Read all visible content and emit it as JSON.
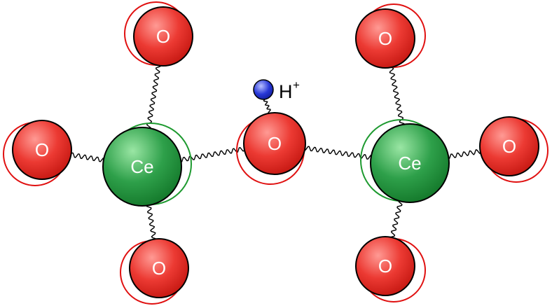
{
  "labels": {
    "cerium": "Ce",
    "oxygen": "O",
    "proton": "H",
    "proton_charge": "+"
  },
  "colors": {
    "oxygen_fill": "#e8302a",
    "oxygen_highlight": "#ff8a84",
    "oxygen_shadow_ring": "#e01010",
    "cerium_fill": "#1f8f3a",
    "cerium_highlight": "#8fe09a",
    "cerium_shadow_ring": "#1e9a30",
    "proton_fill": "#2030d0",
    "proton_highlight": "#a8b0ff",
    "outline": "#000000"
  }
}
